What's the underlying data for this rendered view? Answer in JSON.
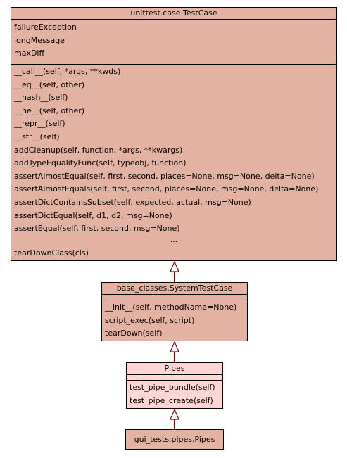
{
  "colors": {
    "class_fill": "#e3b2a3",
    "class_fill_light": "#ffd5d5",
    "border": "#000000",
    "edge": "#8b0000"
  },
  "classes": {
    "testcase": {
      "title": "unittest.case.TestCase",
      "attributes": [
        "failureException",
        "longMessage",
        "maxDiff"
      ],
      "methods": [
        "__call__(self, *args, **kwds)",
        "__eq__(self, other)",
        "__hash__(self)",
        "__ne__(self, other)",
        "__repr__(self)",
        "__str__(self)",
        "addCleanup(self, function, *args, **kwargs)",
        "addTypeEqualityFunc(self, typeobj, function)",
        "assertAlmostEqual(self, first, second, places=None, msg=None, delta=None)",
        "assertAlmostEquals(self, first, second, places=None, msg=None, delta=None)",
        "assertDictContainsSubset(self, expected, actual, msg=None)",
        "assertDictEqual(self, d1, d2, msg=None)",
        "assertEqual(self, first, second, msg=None)"
      ],
      "ellipsis": "...",
      "extra_method": "tearDownClass(cls)"
    },
    "systemtestcase": {
      "title": "base_classes.SystemTestCase",
      "methods": [
        "__init__(self, methodName=None)",
        "script_exec(self, script)",
        "tearDown(self)"
      ]
    },
    "pipes": {
      "title": "Pipes",
      "methods": [
        "test_pipe_bundle(self)",
        "test_pipe_create(self)"
      ]
    },
    "guipipes": {
      "title": "gui_tests.pipes.Pipes"
    }
  }
}
